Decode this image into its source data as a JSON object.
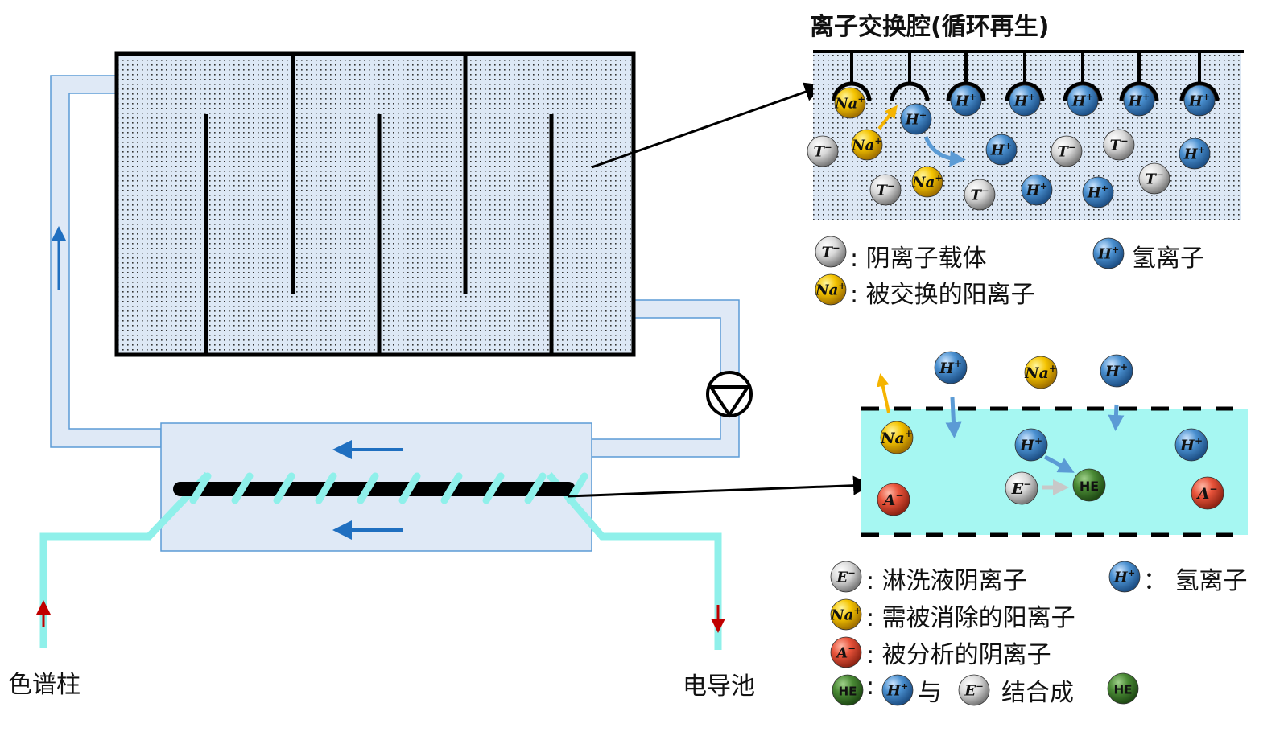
{
  "diagram": {
    "title": "离子交换腔(循环再生)",
    "labels": {
      "column": "色谱柱",
      "detector": "电导池"
    },
    "ions": {
      "sodium": {
        "text": "Na",
        "sup": "+",
        "color": "#f5c400"
      },
      "hydrogen": {
        "text": "H",
        "sup": "+",
        "color": "#4a90d0"
      },
      "carrier_anion": {
        "text": "T",
        "sup": "−",
        "color": "#d8d8d8"
      },
      "eluent_anion": {
        "text": "E",
        "sup": "−",
        "color": "#d8d8d8"
      },
      "analyte_anion": {
        "text": "A",
        "sup": "−",
        "color": "#e8533a"
      },
      "water_product": {
        "text": "HE",
        "sup": "",
        "color": "#3f7a2e"
      }
    },
    "legend_top": [
      {
        "ion": "carrier_anion",
        "text": ": 阴离子载体"
      },
      {
        "ion": "hydrogen",
        "text": "氢离子"
      },
      {
        "ion": "sodium",
        "text": ": 被交换的阳离子"
      }
    ],
    "legend_bottom": [
      {
        "ion": "eluent_anion",
        "text": ": 淋洗液阴离子"
      },
      {
        "ion": "hydrogen",
        "text": "： 氢离子"
      },
      {
        "ion": "sodium",
        "text": ": 需被消除的阳离子"
      },
      {
        "ion": "analyte_anion",
        "text": ": 被分析的阴离子"
      }
    ],
    "legend_combine": {
      "prefix": ":",
      "and": "与",
      "result": "结合成"
    },
    "colors": {
      "tank_fill": "#dde8f5",
      "pipe_fill": "#dfe9f6",
      "pipe_border": "#5b9bd5",
      "membrane_fill": "#a6f7f2",
      "coil": "#8ff0ea",
      "flow_arrow": "#1f6fc0",
      "in_out_arrow": "#c00000",
      "na_arrow": "#f5b400",
      "h_arrow": "#5b9bd5"
    }
  }
}
